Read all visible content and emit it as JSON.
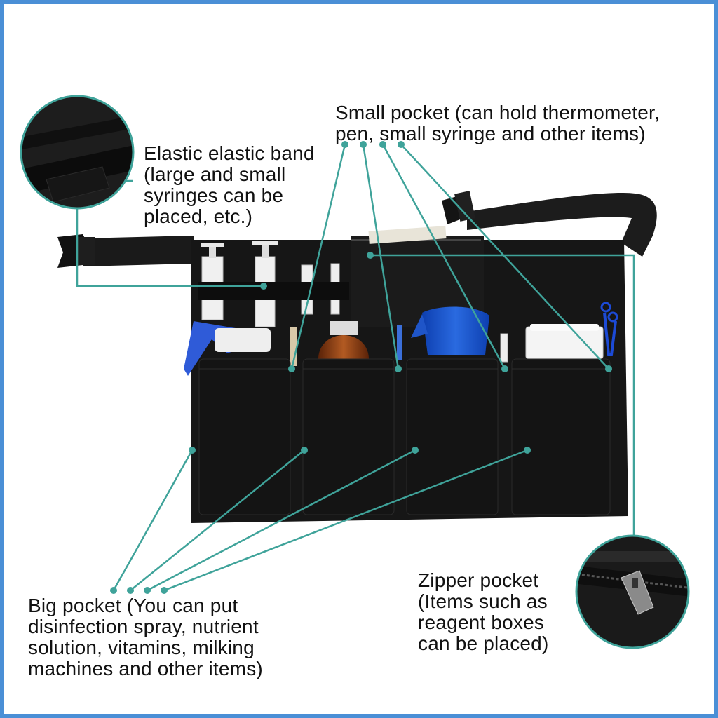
{
  "colors": {
    "frame": "#4a8fd6",
    "leader": "#3fa39a",
    "bag": "#161616",
    "strap": "#1c1c1c"
  },
  "callouts": {
    "elastic_band": {
      "lines": [
        "Elastic elastic band",
        "(large and small",
        "syringes can be",
        "placed, etc.)"
      ]
    },
    "small_pocket": {
      "lines": [
        "Small pocket (can hold thermometer,",
        "pen, small syringe and other items)"
      ]
    },
    "big_pocket": {
      "lines": [
        "Big pocket (You can put",
        "disinfection spray, nutrient",
        "solution, vitamins, milking",
        "machines and other items)"
      ]
    },
    "zipper_pocket": {
      "lines": [
        "Zipper pocket",
        "(Items such as",
        "reagent boxes",
        "can be placed)"
      ]
    }
  },
  "icons": [
    "elastic-band-closeup",
    "zipper-closeup",
    "buckle-icon",
    "syringe-icon",
    "spray-bottle-icon",
    "medicine-bottle-icon",
    "measuring-jug-icon",
    "container-icon",
    "scissors-icon"
  ]
}
